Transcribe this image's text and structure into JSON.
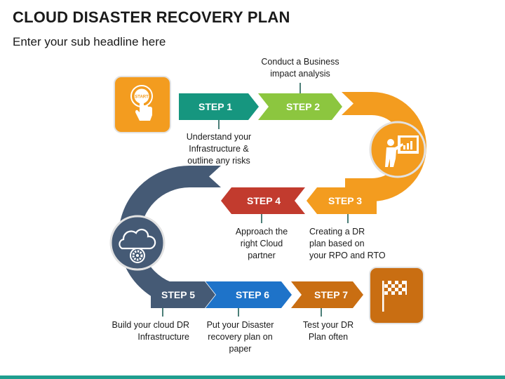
{
  "title": "CLOUD DISASTER RECOVERY PLAN",
  "subtitle": "Enter your sub headline here",
  "icons": {
    "start": {
      "name": "start-button-icon",
      "label": "START",
      "color": "#f39c1f"
    },
    "presentation": {
      "name": "presentation-icon",
      "color": "#f39c1f"
    },
    "cloud_gear": {
      "name": "cloud-gear-icon",
      "color": "#455a75"
    },
    "finish": {
      "name": "checkered-flag-icon",
      "color": "#c0701a"
    }
  },
  "steps": [
    {
      "label": "STEP 1",
      "color": "#16967f",
      "caption": [
        "Understand your",
        "Infrastructure &",
        "outline any risks"
      ]
    },
    {
      "label": "STEP 2",
      "color": "#8cc63f",
      "caption": [
        "Conduct a Business",
        "impact analysis"
      ]
    },
    {
      "label": "STEP 3",
      "color": "#f39c1f",
      "caption": [
        "Creating a DR",
        "plan based on",
        "your RPO and RTO"
      ]
    },
    {
      "label": "STEP 4",
      "color": "#c23b2e",
      "caption": [
        "Approach the",
        "right Cloud",
        "partner"
      ]
    },
    {
      "label": "STEP 5",
      "color": "#455a75",
      "caption": [
        "Build your cloud DR",
        "Infrastructure"
      ]
    },
    {
      "label": "STEP 6",
      "color": "#1e73c9",
      "caption": [
        "Put your Disaster",
        "recovery plan on",
        "paper"
      ]
    },
    {
      "label": "STEP 7",
      "color": "#c96e12",
      "caption": [
        "Test your DR",
        "Plan often"
      ]
    }
  ],
  "bottom_bar_color": "#1f9e8f"
}
